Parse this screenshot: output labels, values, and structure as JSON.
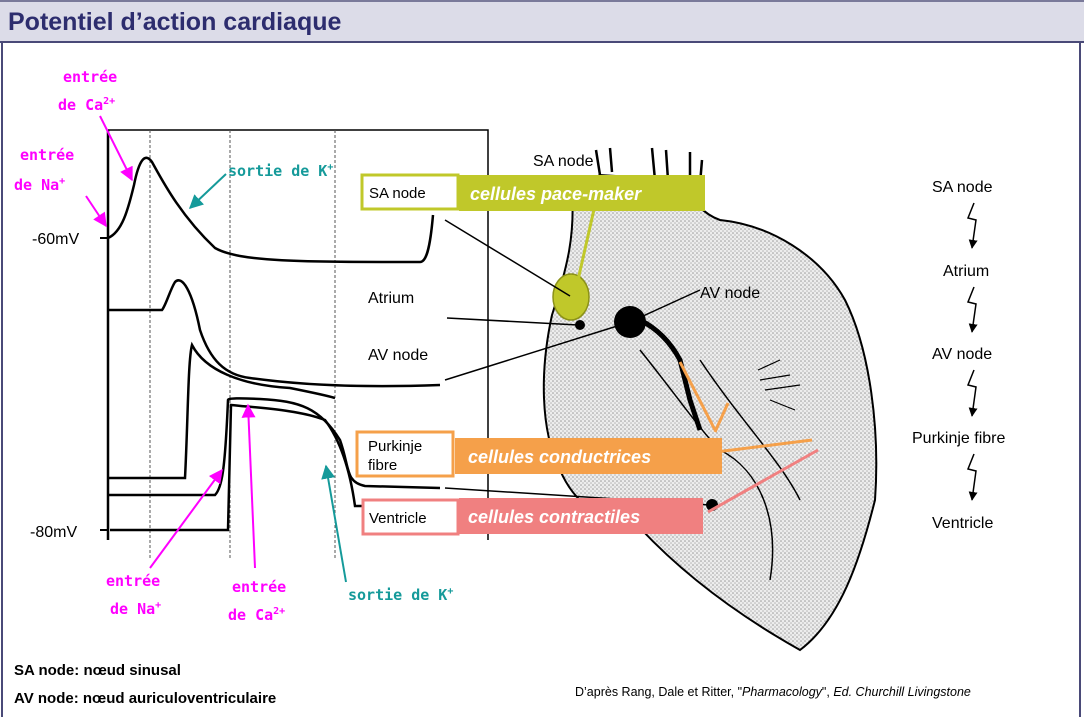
{
  "title": "Potentiel d’action cardiaque",
  "axis": {
    "top_label": "-60mV",
    "bottom_label": "-80mV"
  },
  "trace_labels": {
    "atrium": "Atrium",
    "av_node": "AV node"
  },
  "heart_labels": {
    "sa_node": "SA node",
    "av_node": "AV node"
  },
  "annotations_left": {
    "ca_in_top_l1": "entrée",
    "ca_in_top_l2": "de Ca",
    "ca_in_top_sup": "2+",
    "na_in_top_l1": "entrée",
    "na_in_top_l2": "de Na",
    "na_in_top_sup": "+",
    "k_out_top": "sortie de K",
    "k_out_top_sup": "+",
    "na_in_bottom_l1": "entrée",
    "na_in_bottom_l2": "de Na",
    "na_in_bottom_sup": "+",
    "ca_in_bottom_l1": "entrée",
    "ca_in_bottom_l2": "de Ca",
    "ca_in_bottom_sup": "2+",
    "k_out_bottom": "sortie de K",
    "k_out_bottom_sup": "+"
  },
  "boxes": {
    "sa": {
      "label": "SA node",
      "text": "cellules pace-maker",
      "color": "#c0c82a"
    },
    "purkinje": {
      "label_l1": "Purkinje",
      "label_l2": "fibre",
      "text": "cellules conductrices",
      "color": "#f5a04a"
    },
    "ventricle": {
      "label": "Ventricle",
      "text": "cellules contractiles",
      "color": "#f08080"
    }
  },
  "conduction_chain": [
    "SA node",
    "Atrium",
    "AV node",
    "Purkinje fibre",
    "Ventricle"
  ],
  "notes": {
    "sa": "SA node: nœud sinusal",
    "av": "AV node: nœud auriculoventriculaire"
  },
  "citation": {
    "prefix": "D’après Rang, Dale et Ritter, \"",
    "book": "Pharmacology",
    "middle": "\", ",
    "publisher": "Ed. Churchill Livingstone"
  },
  "colors": {
    "magenta": "#ff00ff",
    "teal": "#159a9a",
    "title_text": "#2d2d6e"
  }
}
